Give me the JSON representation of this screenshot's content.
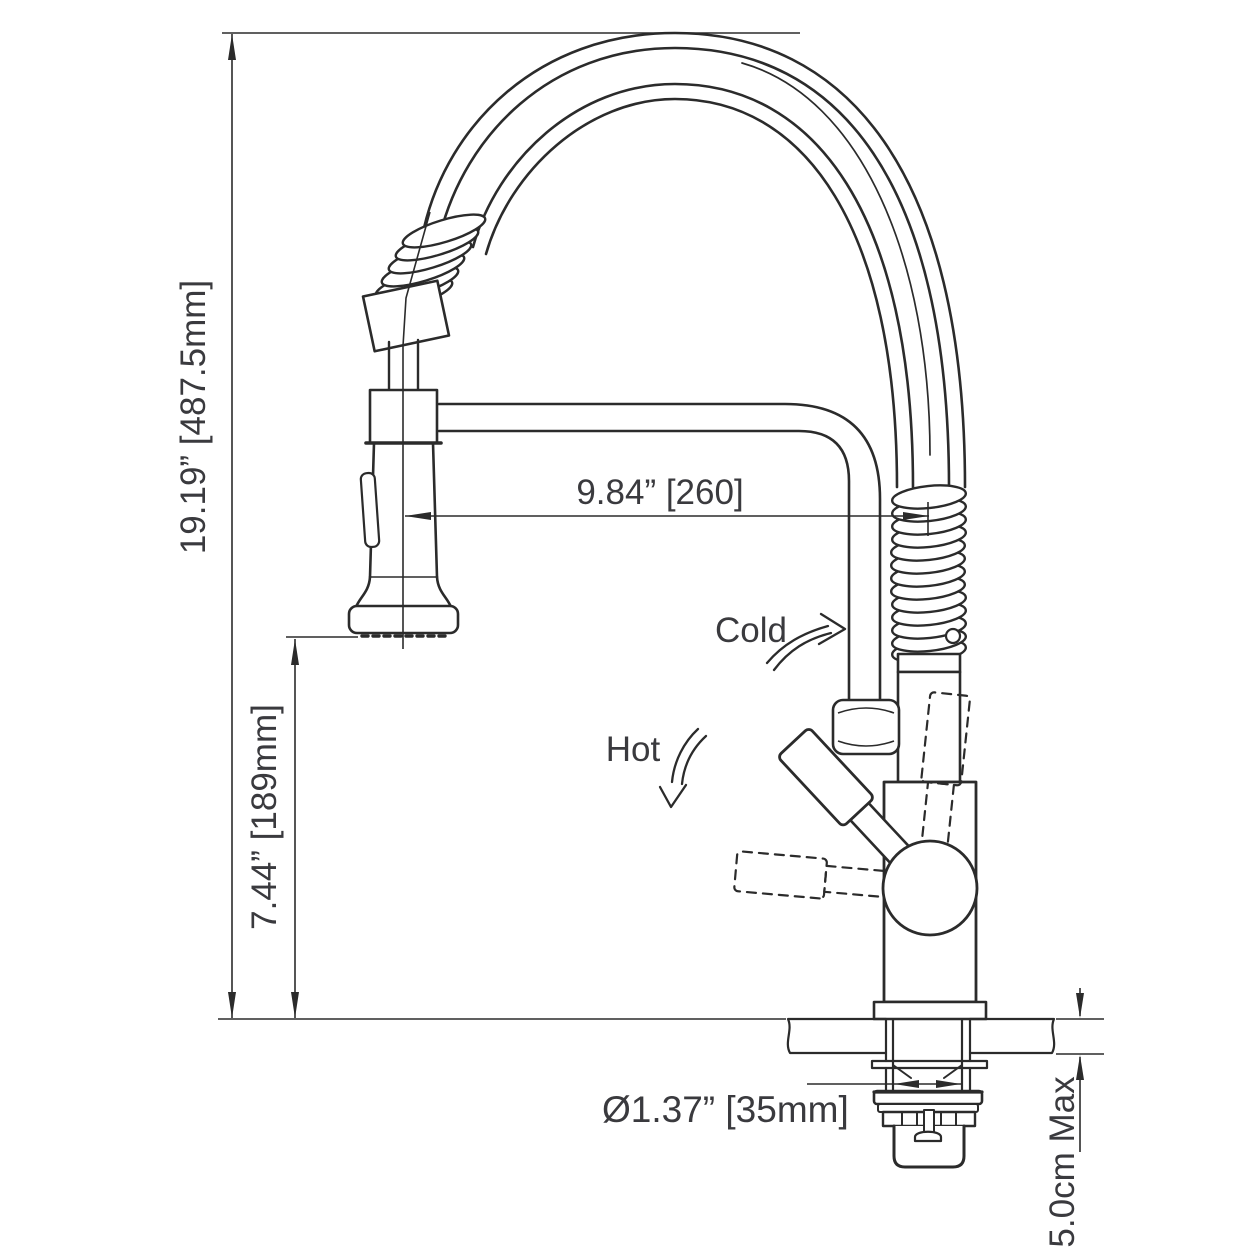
{
  "drawing": {
    "dimensions": {
      "overall_height": "19.19” [487.5mm]",
      "spout_height": "7.44” [189mm]",
      "spout_reach": "9.84” [260]",
      "hole_diameter": "Ø1.37” [35mm]",
      "counter_thickness_max": "5.0cm Max"
    },
    "annotations": {
      "cold": "Cold",
      "hot": "Hot"
    },
    "colors": {
      "line": "#2b2b2b",
      "text": "#3a3a3e",
      "background": "#ffffff"
    }
  }
}
